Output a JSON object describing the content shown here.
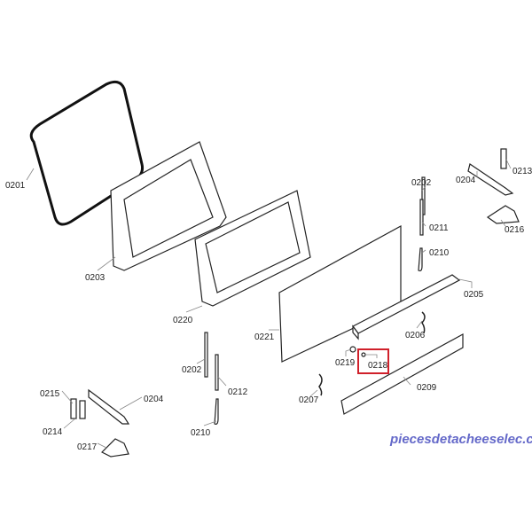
{
  "diagram": {
    "labels": {
      "p0201": "0201",
      "p0203": "0203",
      "p0220": "0220",
      "p0221": "0221",
      "p0202a": "0202",
      "p0211": "0211",
      "p0210a": "0210",
      "p0205": "0205",
      "p0206": "0206",
      "p0219": "0219",
      "p0218": "0218",
      "p0209": "0209",
      "p0207": "0207",
      "p0202b": "0202",
      "p0212": "0212",
      "p0210b": "0210",
      "p0215": "0215",
      "p0214": "0214",
      "p0204b": "0204",
      "p0217": "0217",
      "p0204a": "0204",
      "p0213": "0213",
      "p0216": "0216"
    },
    "highlight_color": "#d0202a",
    "highlighted_part": "0218"
  },
  "watermark": "piecesdetacheeselec.com"
}
